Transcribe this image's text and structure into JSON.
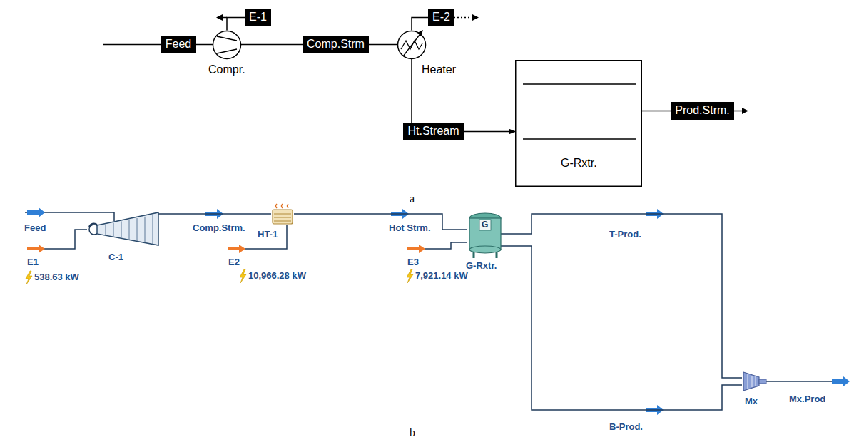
{
  "diagram": {
    "nodes": [
      {
        "text": [
          "Feed"
        ]
      },
      {
        "text": [
          "Compr."
        ]
      },
      {
        "text": [
          "E-1"
        ]
      },
      {
        "text": [
          "Comp.Strm"
        ]
      },
      {
        "text": [
          "Heater"
        ]
      },
      {
        "text": [
          "E-2"
        ]
      },
      {
        "text": [
          "Ht.Stream"
        ]
      },
      {
        "text": [
          "G-Rxtr."
        ]
      },
      {
        "text": [
          "Prod.Strm."
        ]
      },
      {
        "text": [
          "C-1"
        ]
      },
      {
        "text": [
          "HT-1"
        ]
      },
      {
        "text": [
          "G-Rxtr."
        ]
      },
      {
        "text": [
          "Mx"
        ]
      }
    ],
    "edges": [
      {
        "from": 0,
        "to": 1,
        "arrow": "none"
      },
      {
        "from": 1,
        "to": 2,
        "arrow": "none"
      },
      {
        "from": 1,
        "to": 3,
        "arrow": "none"
      },
      {
        "from": 3,
        "to": 4,
        "arrow": "none"
      },
      {
        "from": 4,
        "to": 5,
        "arrow": "none"
      },
      {
        "from": 4,
        "to": 6,
        "arrow": "none"
      },
      {
        "from": 6,
        "to": 7,
        "arrow": "to"
      },
      {
        "from": 7,
        "to": 8,
        "arrow": "none"
      },
      {
        "from": 9,
        "to": 10,
        "label": "Comp.Strm.",
        "arrow": "none"
      },
      {
        "from": 10,
        "to": 11,
        "label": "Hot Strm.",
        "arrow": "none"
      },
      {
        "from": 11,
        "to": 12,
        "label": "T-Prod.",
        "arrow": "none"
      },
      {
        "from": 11,
        "to": 12,
        "label": "B-Prod.",
        "arrow": "none"
      }
    ],
    "labels": [
      "a",
      "Feed",
      "E1",
      "538.63 kW",
      "E2",
      "10,966.28 kW",
      "E3",
      "7,921.14 kW",
      "G",
      "Mx.Prod",
      "b"
    ]
  }
}
